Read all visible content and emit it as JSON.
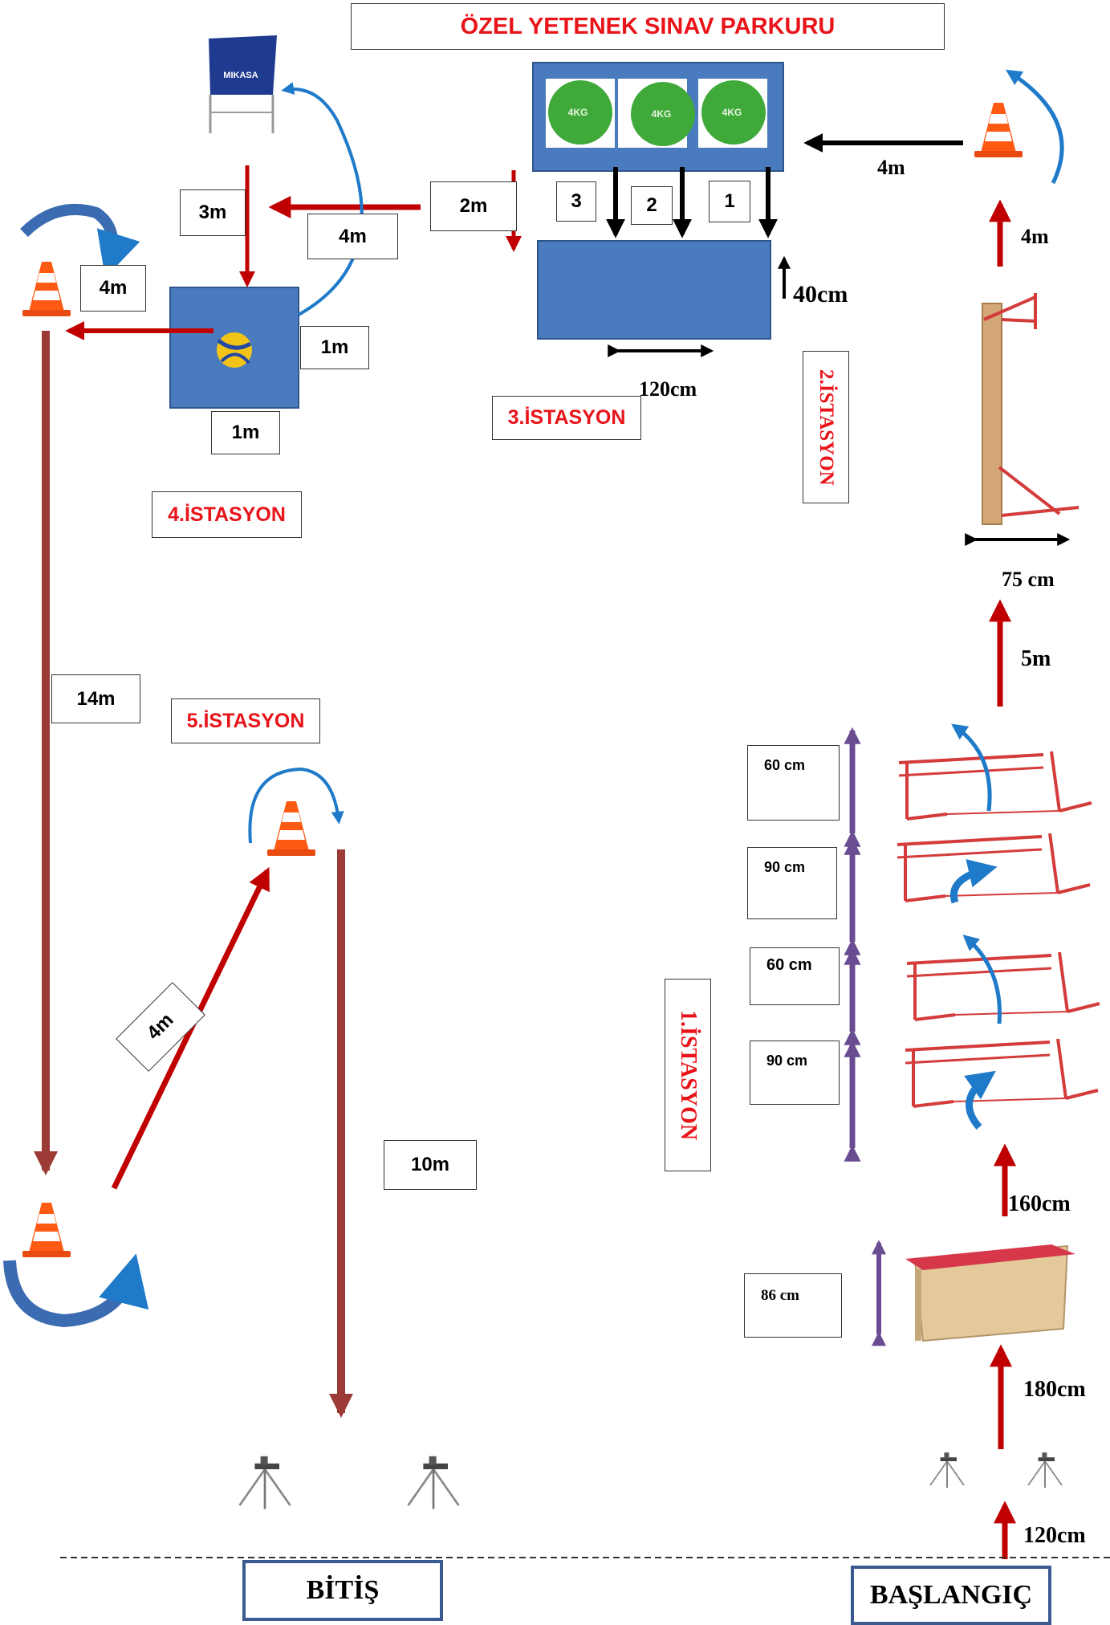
{
  "title": "ÖZEL YETENEK SINAV PARKURU",
  "stations": {
    "s1": "1.İSTASYON",
    "s2": "2.İSTASYON",
    "s3": "3.İSTASYON",
    "s4": "4.İSTASYON",
    "s5": "5.İSTASYON"
  },
  "balls": [
    "4KG",
    "4KG",
    "4KG"
  ],
  "brand": "MIKASA",
  "order": [
    "3",
    "2",
    "1"
  ],
  "dist": {
    "d4m_top_right": "4m",
    "d4m_right": "4m",
    "d40cm": "40cm",
    "d120cm_box": "120cm",
    "d75cm": "75 cm",
    "d5m": "5m",
    "d60cm_a": "60 cm",
    "d90cm_a": "90 cm",
    "d60cm_b": "60 cm",
    "d90cm_b": "90 cm",
    "d160cm": "160cm",
    "d86cm": "86 cm",
    "d180cm": "180cm",
    "d120cm_start": "120cm",
    "d2m": "2m",
    "d4m_mid": "4m",
    "d3m": "3m",
    "d4m_left": "4m",
    "d1m_right": "1m",
    "d1m_bottom": "1m",
    "d14m": "14m",
    "d4m_diag": "4m",
    "d10m": "10m"
  },
  "start": "BAŞLANGIÇ",
  "finish": "BİTİŞ",
  "colors": {
    "red_arrow": "#c00000",
    "brown_line": "#9c3a36",
    "blue_box": "#4a7bbf",
    "blue_curve": "#1f7ac9",
    "purple": "#6a4c93",
    "ball_green": "#3fa93a",
    "cone_orange": "#ff5a14"
  }
}
